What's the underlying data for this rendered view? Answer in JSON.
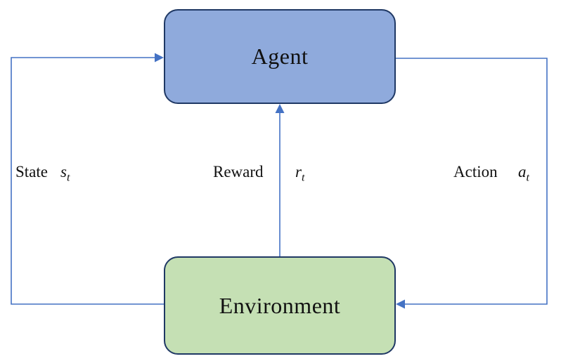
{
  "diagram": {
    "type": "reinforcement-learning-loop",
    "nodes": [
      {
        "id": "agent",
        "label": "Agent",
        "fill": "#8faadc",
        "border": "#1f3864"
      },
      {
        "id": "environment",
        "label": "Environment",
        "fill": "#c5e0b4",
        "border": "#1f3864"
      }
    ],
    "edges": [
      {
        "id": "state",
        "label": "State",
        "symbol": "s",
        "subscript": "t",
        "from": "environment",
        "to": "agent"
      },
      {
        "id": "reward",
        "label": "Reward",
        "symbol": "r",
        "subscript": "t",
        "from": "environment",
        "to": "agent"
      },
      {
        "id": "action",
        "label": "Action",
        "symbol": "a",
        "subscript": "t",
        "from": "agent",
        "to": "environment"
      }
    ],
    "arrow_color": "#4472c4"
  }
}
